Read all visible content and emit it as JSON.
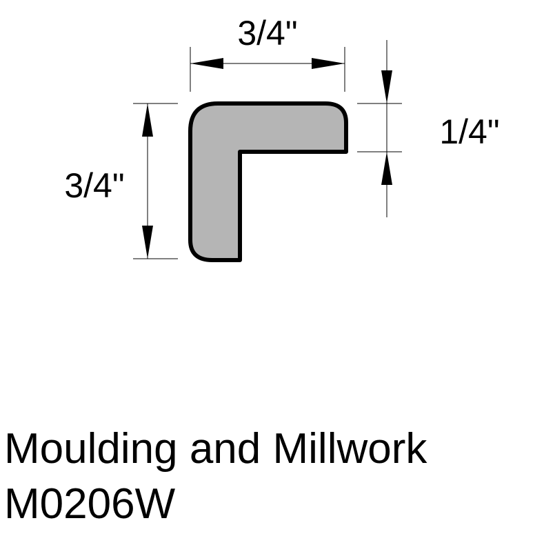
{
  "drawing": {
    "width_dimension": "3/4\"",
    "height_dimension": "3/4\"",
    "thickness_dimension": "1/4\"",
    "colors": {
      "profile_fill": "#b5b5b5",
      "profile_stroke": "#000000",
      "dimension_lines": "#000000"
    }
  },
  "caption": {
    "line1": "Moulding and Millwork",
    "line2": "M0206W"
  }
}
